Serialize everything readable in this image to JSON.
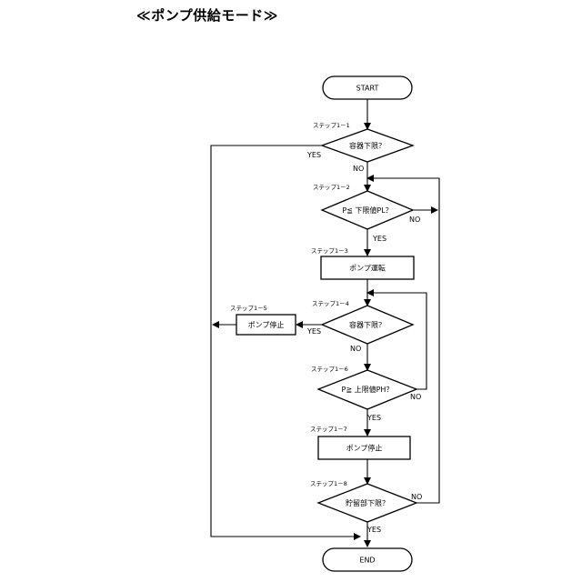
{
  "title": "≪ポンプ供給モード≫",
  "nodes": {
    "start": "START",
    "d1": "容器下限？",
    "d2": "P≦ 下限値PL？",
    "p3": "ポンプ運転",
    "d4": "容器下限？",
    "p5": "ポンプ停止",
    "d6": "P≧ 上限値PH？",
    "p7": "ポンプ停止",
    "d8": "貯留部下限？",
    "end": "END"
  },
  "steps": {
    "s1": "ステップ1－1",
    "s2": "ステップ1－2",
    "s3": "ステップ1－3",
    "s4": "ステップ1－4",
    "s5": "ステップ1－5",
    "s6": "ステップ1－6",
    "s7": "ステップ1－7",
    "s8": "ステップ1－8"
  },
  "branches": {
    "yes": "YES",
    "no": "NO"
  }
}
